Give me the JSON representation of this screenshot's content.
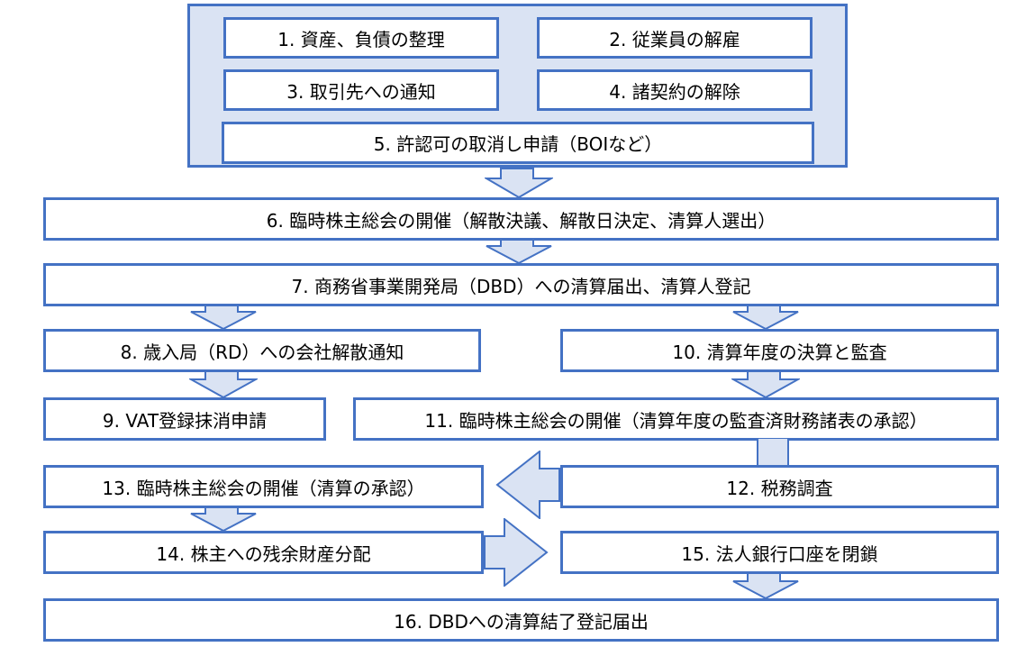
{
  "colors": {
    "border": "#4472c4",
    "group_fill": "#dae3f3",
    "arrow_fill": "#dae3f3",
    "box_fill": "#ffffff"
  },
  "steps": [
    {
      "id": 1,
      "label": "1. 資産、負債の整理"
    },
    {
      "id": 2,
      "label": "2. 従業員の解雇"
    },
    {
      "id": 3,
      "label": "3. 取引先への通知"
    },
    {
      "id": 4,
      "label": "4. 諸契約の解除"
    },
    {
      "id": 5,
      "label": "5. 許認可の取消し申請（BOIなど）"
    },
    {
      "id": 6,
      "label": "6. 臨時株主総会の開催（解散決議、解散日決定、清算人選出）"
    },
    {
      "id": 7,
      "label": "7. 商務省事業開発局（DBD）への清算届出、清算人登記"
    },
    {
      "id": 8,
      "label": "8. 歳入局（RD）への会社解散通知"
    },
    {
      "id": 9,
      "label": "9. VAT登録抹消申請"
    },
    {
      "id": 10,
      "label": "10. 清算年度の決算と監査"
    },
    {
      "id": 11,
      "label": "11. 臨時株主総会の開催（清算年度の監査済財務諸表の承認）"
    },
    {
      "id": 12,
      "label": "12. 税務調査"
    },
    {
      "id": 13,
      "label": "13. 臨時株主総会の開催（清算の承認）"
    },
    {
      "id": 14,
      "label": "14. 株主への残余財産分配"
    },
    {
      "id": 15,
      "label": "15. 法人銀行口座を閉鎖"
    },
    {
      "id": 16,
      "label": "16. DBDへの清算結了登記届出"
    }
  ],
  "arrows": [
    {
      "from": "group-1-5",
      "to": 6,
      "direction": "down"
    },
    {
      "from": 6,
      "to": 7,
      "direction": "down"
    },
    {
      "from": 7,
      "to": 8,
      "direction": "down"
    },
    {
      "from": 7,
      "to": 10,
      "direction": "down"
    },
    {
      "from": 8,
      "to": 9,
      "direction": "down"
    },
    {
      "from": 10,
      "to": 11,
      "direction": "down"
    },
    {
      "from": 11,
      "to": 12,
      "direction": "down"
    },
    {
      "from": 12,
      "to": 13,
      "direction": "left"
    },
    {
      "from": 13,
      "to": 14,
      "direction": "down"
    },
    {
      "from": 14,
      "to": 15,
      "direction": "right"
    },
    {
      "from": 15,
      "to": 16,
      "direction": "down"
    }
  ]
}
